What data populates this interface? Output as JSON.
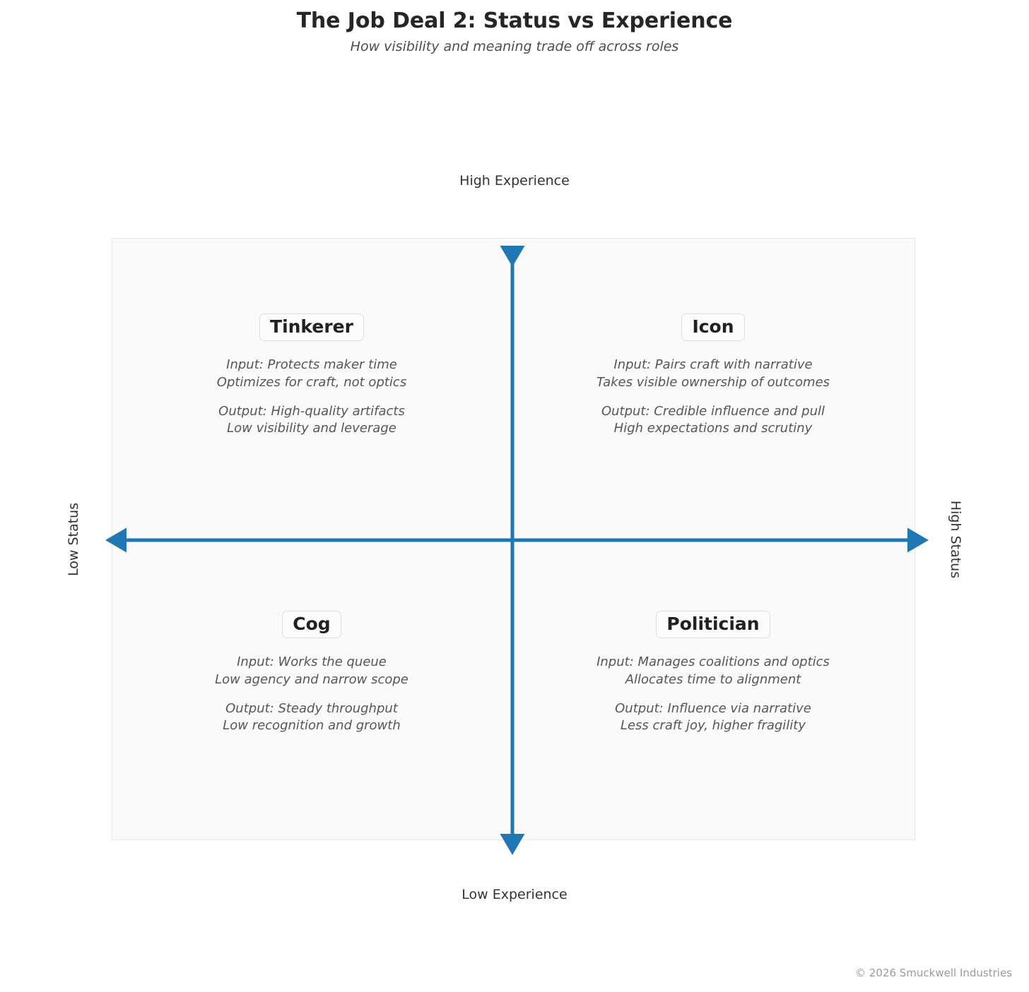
{
  "header": {
    "title": "The Job Deal 2: Status vs Experience",
    "subtitle": "How visibility and meaning trade off across roles"
  },
  "axes": {
    "top_label": "High Experience",
    "bottom_label": "Low Experience",
    "left_label": "Low Status",
    "right_label": "High Status",
    "arrow_color": "#1f77b4"
  },
  "footer": {
    "credit": "© 2026 Smuckwell Industries"
  },
  "chart_data": {
    "type": "table",
    "title": "The Job Deal 2: Status vs Experience",
    "subtitle": "How visibility and meaning trade off across roles",
    "xlabel": "Status",
    "ylabel": "Experience",
    "x_axis": {
      "low": "Low Status",
      "high": "High Status"
    },
    "y_axis": {
      "low": "Low Experience",
      "high": "High Experience"
    },
    "grid": false,
    "legend": "none",
    "quadrants": [
      {
        "id": "tinkerer",
        "label": "Tinkerer",
        "position": "top-left",
        "status": "Low Status",
        "experience": "High Experience",
        "input": "Input: Protects maker time\nOptimizes for craft, not optics",
        "output": "Output: High-quality artifacts\nLow visibility and leverage"
      },
      {
        "id": "icon",
        "label": "Icon",
        "position": "top-right",
        "status": "High Status",
        "experience": "High Experience",
        "input": "Input: Pairs craft with narrative\nTakes visible ownership of outcomes",
        "output": "Output: Credible influence and pull\nHigh expectations and scrutiny"
      },
      {
        "id": "cog",
        "label": "Cog",
        "position": "bottom-left",
        "status": "Low Status",
        "experience": "Low Experience",
        "input": "Input: Works the queue\nLow agency and narrow scope",
        "output": "Output: Steady throughput\nLow recognition and growth"
      },
      {
        "id": "politician",
        "label": "Politician",
        "position": "bottom-right",
        "status": "High Status",
        "experience": "Low Experience",
        "input": "Input: Manages coalitions and optics\nAllocates time to alignment",
        "output": "Output: Influence via narrative\nLess craft joy, higher fragility"
      }
    ]
  }
}
